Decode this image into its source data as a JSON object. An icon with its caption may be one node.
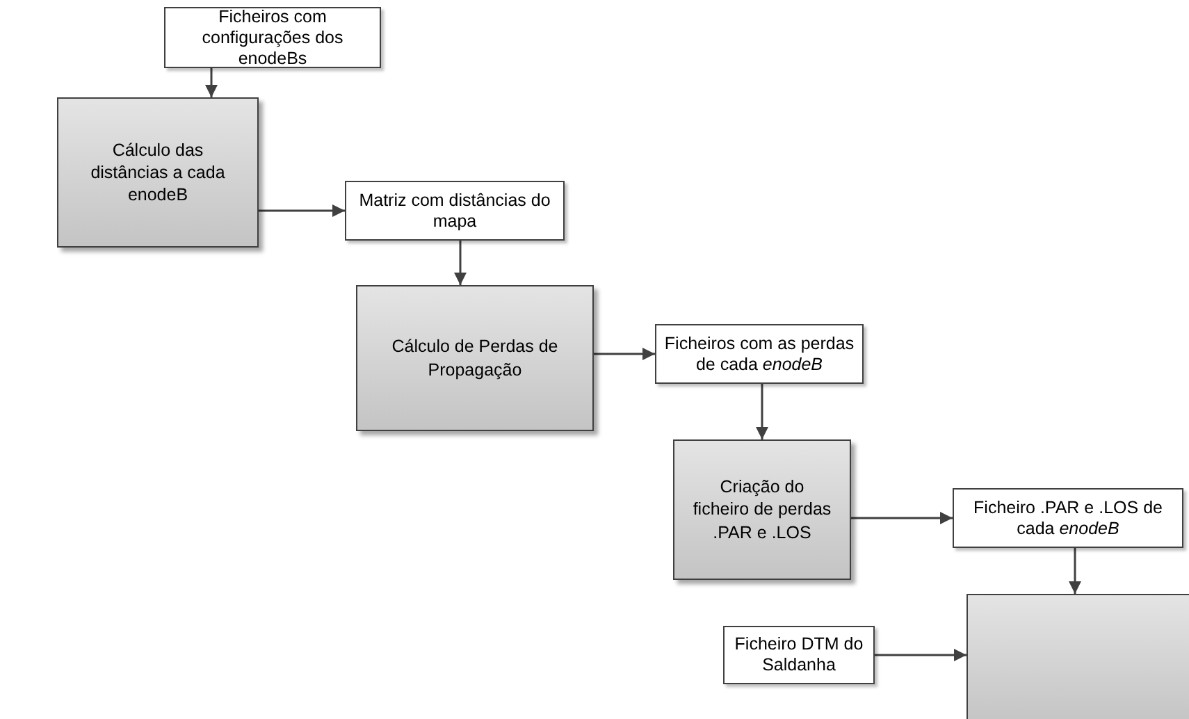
{
  "diagram": {
    "nodes": [
      {
        "text": [
          "Ficheiros com configurações dos enodeBs"
        ]
      },
      {
        "text": [
          "Cálculo das distâncias a cada enodeB"
        ]
      },
      {
        "text": [
          "Matriz com distâncias do mapa"
        ]
      },
      {
        "text": [
          "Cálculo de Perdas de Propagação"
        ]
      },
      {
        "text": [
          "Ficheiros com as perdas de cada *enodeB*"
        ]
      },
      {
        "text": [
          "Criação do ficheiro de perdas .PAR e .LOS"
        ]
      },
      {
        "text": [
          "Ficheiro .PAR e .LOS de cada *enodeB*"
        ]
      },
      {
        "text": [],
        "shape": "box"
      },
      {
        "text": [
          "Ficheiro DTM do Saldanha"
        ]
      }
    ],
    "edges": [
      {
        "from": 0,
        "to": 1,
        "arrow": "to"
      },
      {
        "from": 1,
        "to": 2,
        "arrow": "to"
      },
      {
        "from": 2,
        "to": 3,
        "arrow": "to"
      },
      {
        "from": 3,
        "to": 4,
        "arrow": "to"
      },
      {
        "from": 4,
        "to": 5,
        "arrow": "to"
      },
      {
        "from": 5,
        "to": 6,
        "arrow": "to"
      },
      {
        "from": 6,
        "to": 7,
        "arrow": "to"
      },
      {
        "from": 8,
        "to": 7,
        "arrow": "to"
      }
    ]
  }
}
